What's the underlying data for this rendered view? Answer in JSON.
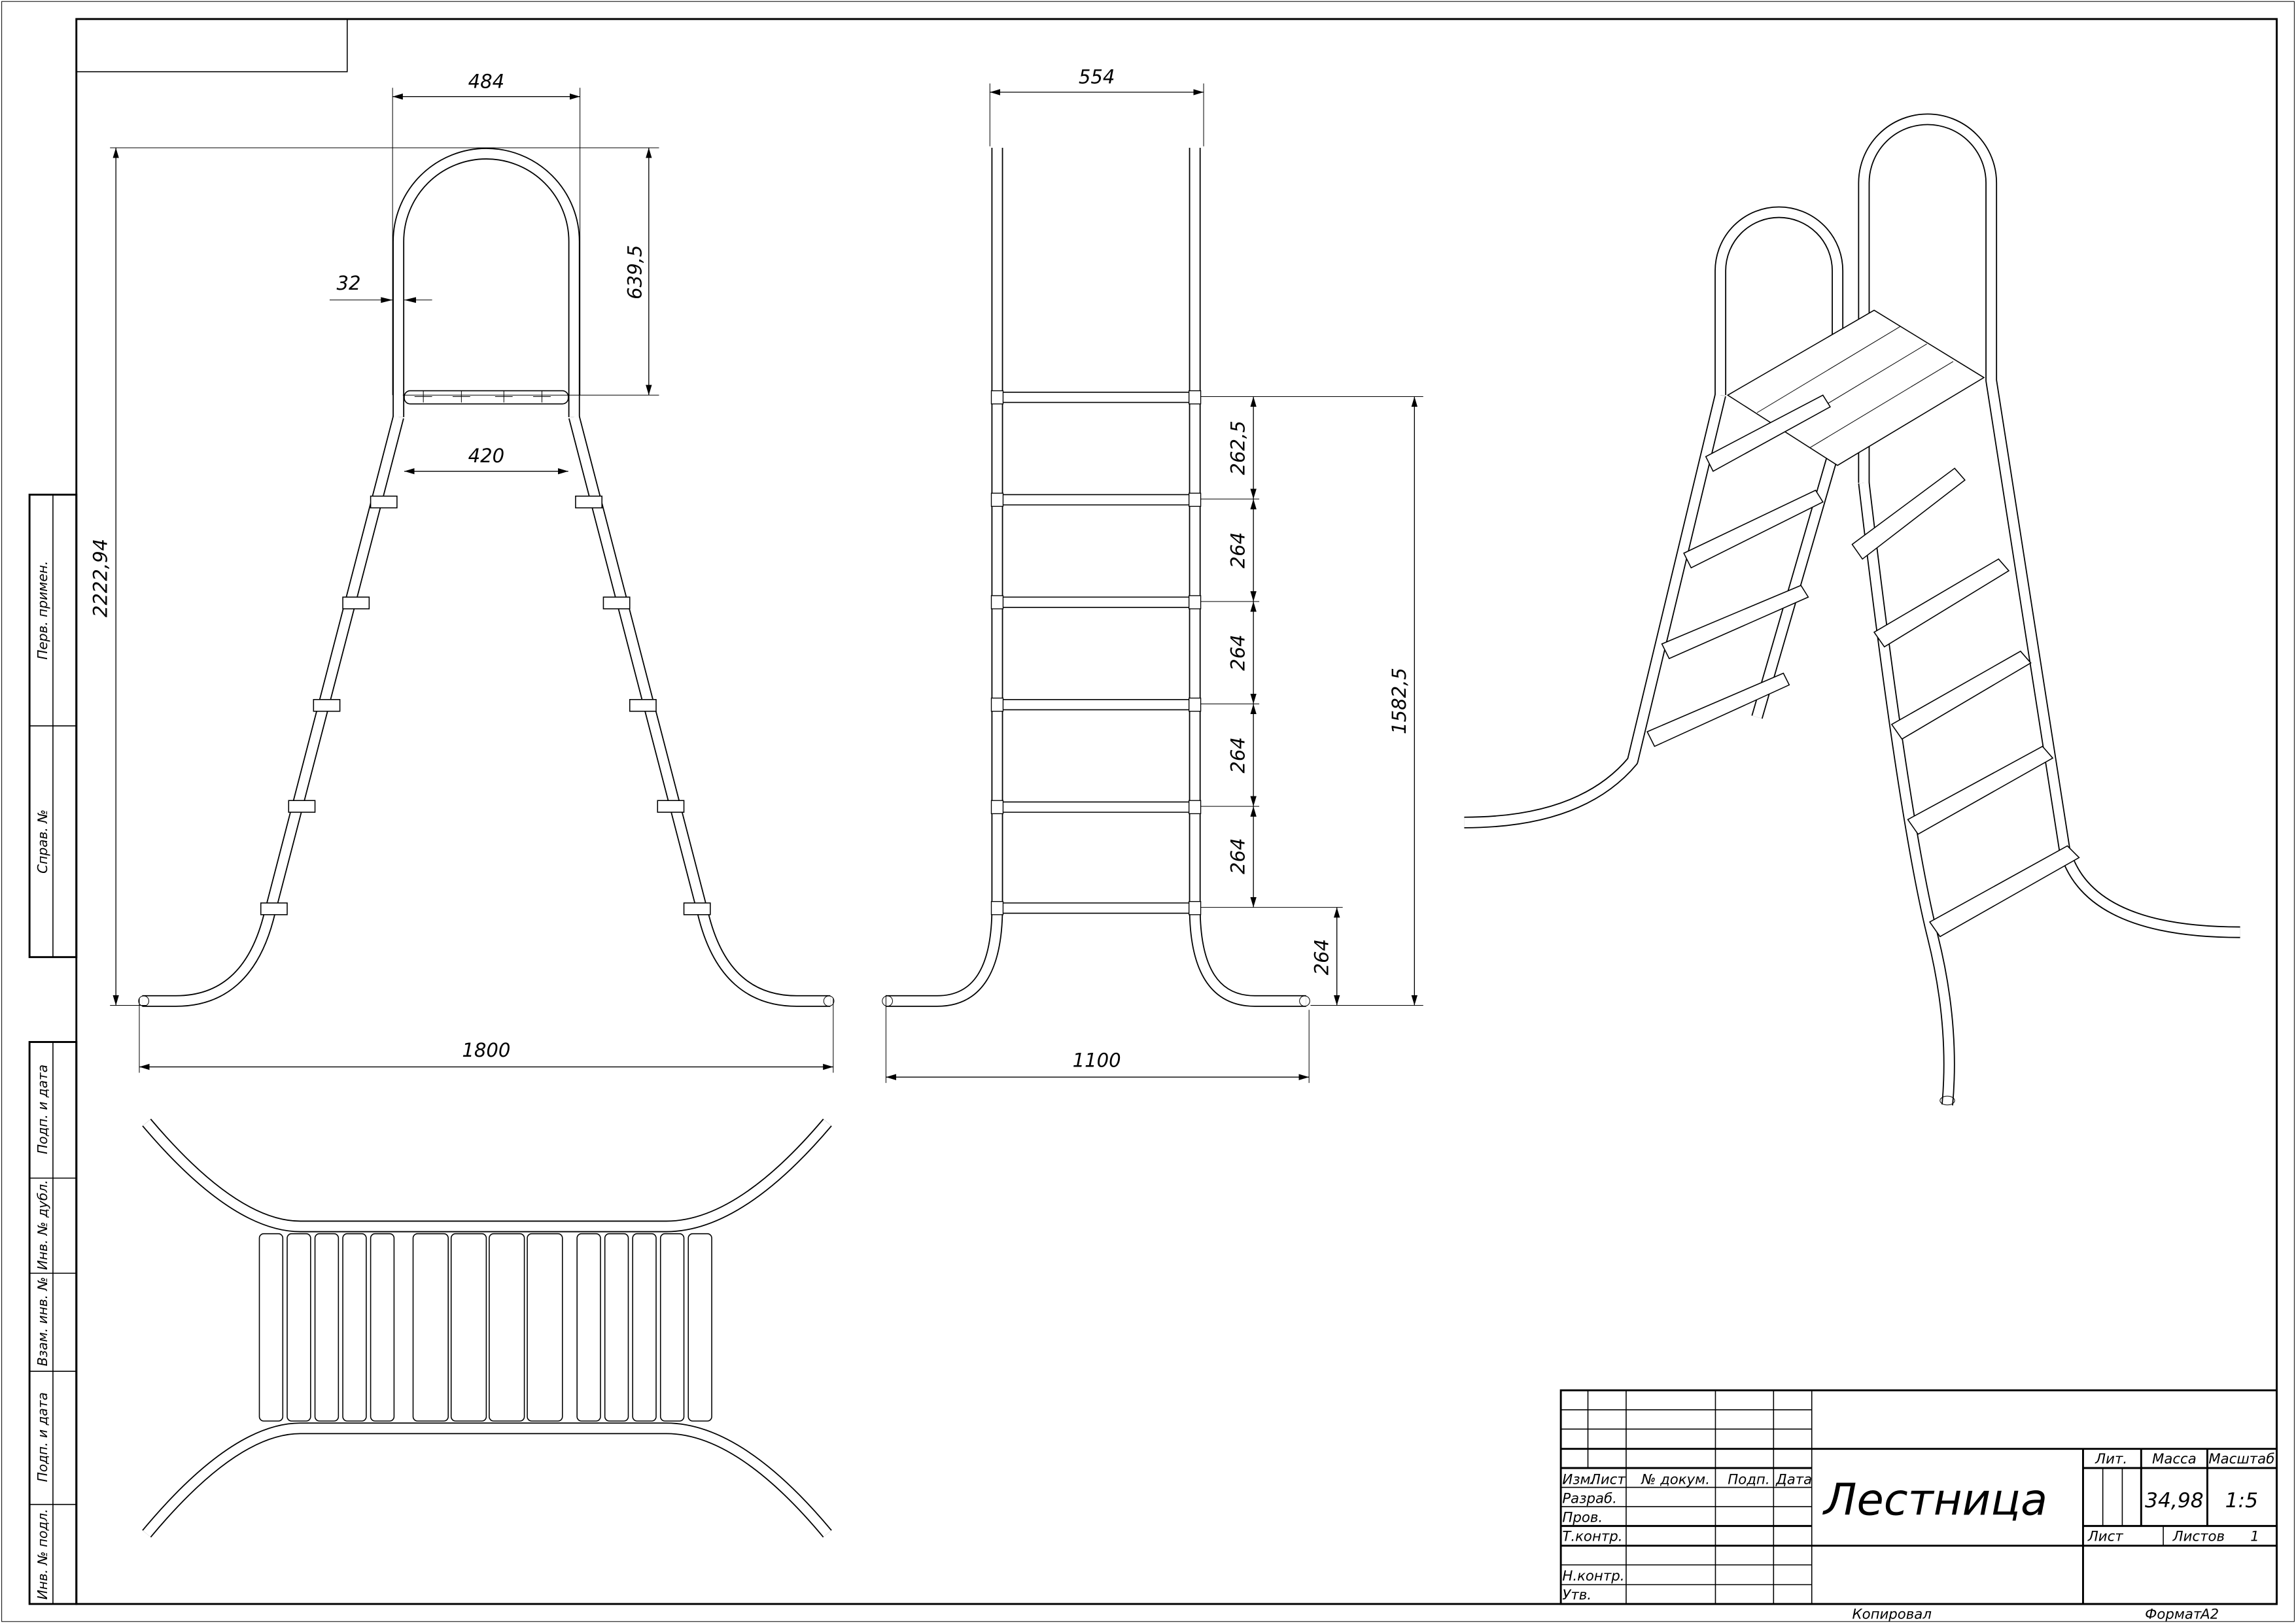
{
  "drawing": {
    "title": "Лестница",
    "mass": "34,98",
    "scale": "1:5",
    "sheets_count": "1",
    "format_label": "Формат",
    "format_value": "A2",
    "copied_label": "Копировал"
  },
  "title_block": {
    "headers": {
      "izm": "Изм.",
      "list": "Лист",
      "doc": "№ докум.",
      "sign": "Подп.",
      "date": "Дата"
    },
    "roles": [
      "Разраб.",
      "Пров.",
      "Т.контр.",
      "",
      "Н.контр.",
      "Утв."
    ],
    "lit": "Лит.",
    "mass_label": "Масса",
    "scale_label": "Масштаб",
    "sheet_label": "Лист",
    "sheets_label": "Листов"
  },
  "side_stamp": [
    "Перв. примен.",
    "Справ. №",
    "Подп. и дата",
    "Инв. № дубл.",
    "Взам. инв. №",
    "Подп. и дата",
    "Инв. № подл."
  ],
  "dimensions": {
    "front": {
      "top_width": "484",
      "height_arch": "639,5",
      "tube": "32",
      "platform": "420",
      "total_height": "2222,94",
      "base": "1800"
    },
    "side": {
      "width": "554",
      "step1": "262,5",
      "step2": "264",
      "step3": "264",
      "step4": "264",
      "step5": "264",
      "bottom": "264",
      "rise": "1582,5",
      "base": "1100"
    }
  }
}
